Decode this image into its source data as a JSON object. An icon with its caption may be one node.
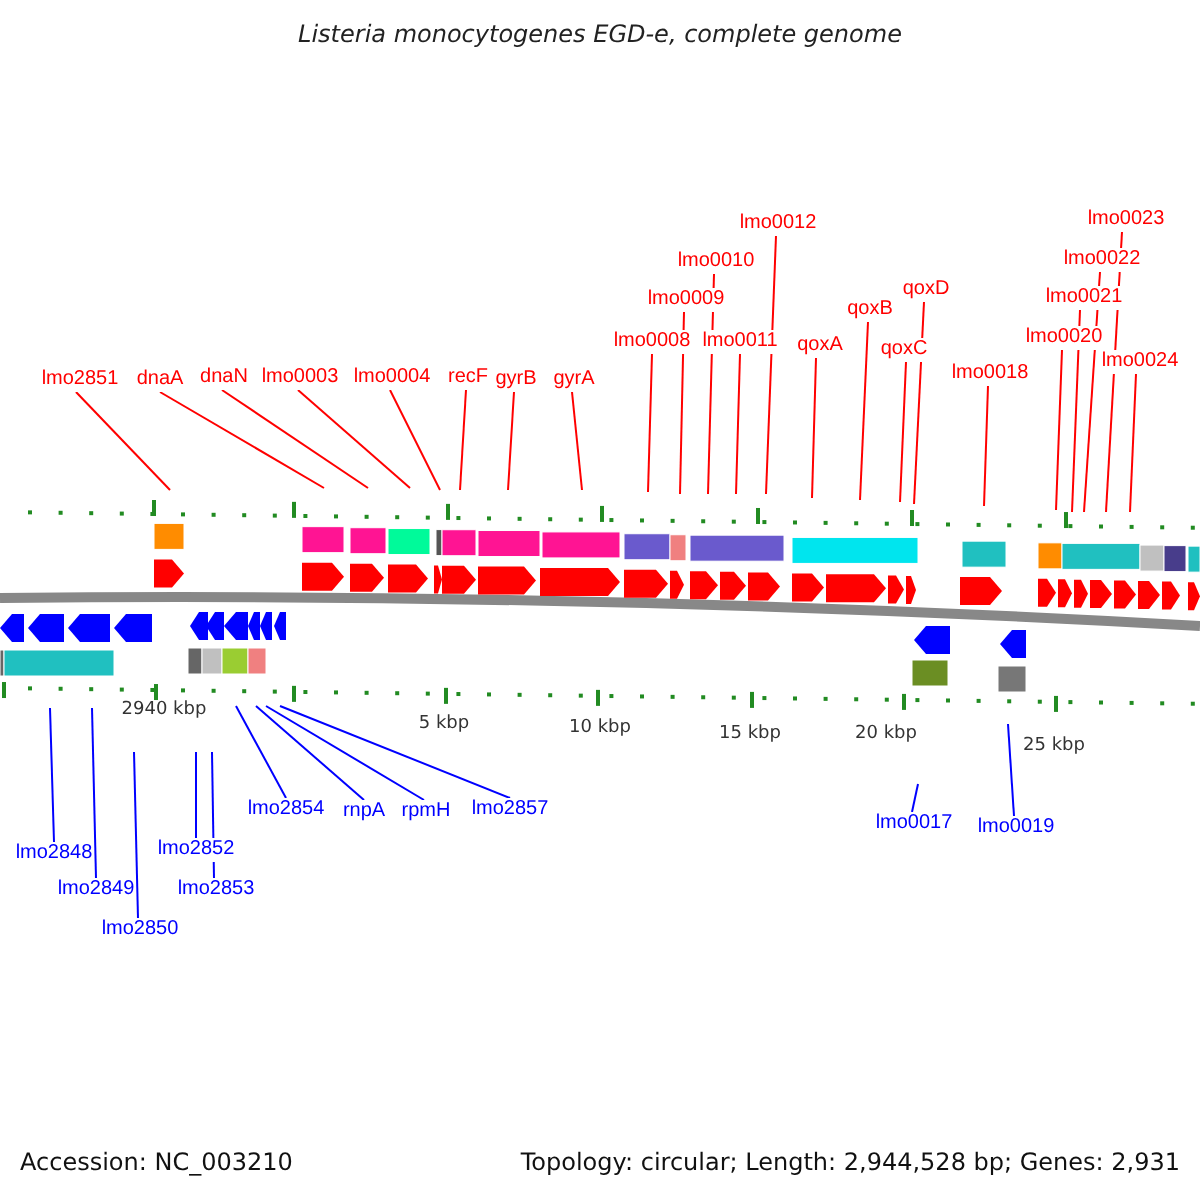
{
  "diagram": {
    "title": "Listeria monocytogenes EGD-e, complete genome",
    "nodes": [
      {
        "text": [
          "lmo2851"
        ]
      },
      {
        "text": [
          "dnaA"
        ]
      },
      {
        "text": [
          "dnaN"
        ]
      },
      {
        "text": [
          "lmo0003"
        ]
      },
      {
        "text": [
          "lmo0004"
        ]
      },
      {
        "text": [
          "recF"
        ]
      },
      {
        "text": [
          "gyrB"
        ]
      },
      {
        "text": [
          "gyrA"
        ]
      },
      {
        "text": [
          "lmo0008"
        ]
      },
      {
        "text": [
          "lmo0009"
        ]
      },
      {
        "text": [
          "lmo0010"
        ]
      },
      {
        "text": [
          "lmo0011"
        ]
      },
      {
        "text": [
          "lmo0012"
        ]
      },
      {
        "text": [
          "qoxA"
        ]
      },
      {
        "text": [
          "qoxB"
        ]
      },
      {
        "text": [
          "qoxC"
        ]
      },
      {
        "text": [
          "qoxD"
        ]
      },
      {
        "text": [
          "lmo0018"
        ]
      },
      {
        "text": [
          "lmo0020"
        ]
      },
      {
        "text": [
          "lmo0021"
        ]
      },
      {
        "text": [
          "lmo0022"
        ]
      },
      {
        "text": [
          "lmo0023"
        ]
      },
      {
        "text": [
          "lmo0024"
        ]
      },
      {
        "text": [
          "lmo2848"
        ]
      },
      {
        "text": [
          "lmo2849"
        ]
      },
      {
        "text": [
          "lmo2850"
        ]
      },
      {
        "text": [
          "lmo2852"
        ]
      },
      {
        "text": [
          "lmo2853"
        ]
      },
      {
        "text": [
          "lmo2854"
        ]
      },
      {
        "text": [
          "rnpA"
        ]
      },
      {
        "text": [
          "rpmH"
        ]
      },
      {
        "text": [
          "lmo2857"
        ]
      },
      {
        "text": [
          "lmo0017"
        ]
      },
      {
        "text": [
          "lmo0019"
        ]
      }
    ],
    "edges": [
      {
        "from": 0,
        "to": null,
        "arrow": "none"
      },
      {
        "from": 1,
        "to": null,
        "arrow": "none"
      },
      {
        "from": 2,
        "to": null,
        "arrow": "none"
      },
      {
        "from": 3,
        "to": null,
        "arrow": "none"
      },
      {
        "from": 4,
        "to": null,
        "arrow": "none"
      },
      {
        "from": 5,
        "to": null,
        "arrow": "none"
      },
      {
        "from": 6,
        "to": null,
        "arrow": "none"
      },
      {
        "from": 7,
        "to": null,
        "arrow": "none"
      },
      {
        "from": 8,
        "to": null,
        "arrow": "none"
      },
      {
        "from": 9,
        "to": null,
        "arrow": "none"
      },
      {
        "from": 10,
        "to": null,
        "arrow": "none"
      },
      {
        "from": 11,
        "to": null,
        "arrow": "none"
      },
      {
        "from": 12,
        "to": null,
        "arrow": "none"
      },
      {
        "from": 13,
        "to": null,
        "arrow": "none"
      },
      {
        "from": 14,
        "to": null,
        "arrow": "none"
      },
      {
        "from": 15,
        "to": null,
        "arrow": "none"
      },
      {
        "from": 16,
        "to": null,
        "arrow": "none"
      },
      {
        "from": 17,
        "to": null,
        "arrow": "none"
      },
      {
        "from": 18,
        "to": null,
        "arrow": "none"
      },
      {
        "from": 19,
        "to": null,
        "arrow": "none"
      },
      {
        "from": 20,
        "to": null,
        "arrow": "none"
      },
      {
        "from": 21,
        "to": null,
        "arrow": "none"
      },
      {
        "from": 22,
        "to": null,
        "arrow": "none"
      },
      {
        "from": 23,
        "to": null,
        "arrow": "none",
        "color": "#0000ff"
      },
      {
        "from": 24,
        "to": null,
        "arrow": "none",
        "color": "#0000ff"
      },
      {
        "from": 25,
        "to": null,
        "arrow": "none",
        "color": "#0000ff"
      },
      {
        "from": 26,
        "to": null,
        "arrow": "none",
        "color": "#0000ff"
      },
      {
        "from": 27,
        "to": null,
        "arrow": "none",
        "color": "#0000ff"
      },
      {
        "from": 28,
        "to": null,
        "arrow": "none",
        "color": "#0000ff"
      },
      {
        "from": 29,
        "to": null,
        "arrow": "none",
        "color": "#0000ff"
      },
      {
        "from": 30,
        "to": null,
        "arrow": "none",
        "color": "#0000ff"
      },
      {
        "from": 31,
        "to": null,
        "arrow": "none",
        "color": "#0000ff"
      },
      {
        "from": 32,
        "to": null,
        "arrow": "none",
        "color": "#0000ff"
      },
      {
        "from": 33,
        "to": null,
        "arrow": "none",
        "color": "#0000ff"
      }
    ],
    "labels": [
      "2940 kbp",
      "5 kbp",
      "10 kbp",
      "15 kbp",
      "20 kbp",
      "25 kbp",
      "Accession: NC_003210",
      "Topology: circular; Length: 2,944,528 bp; Genes: 2,931"
    ]
  }
}
